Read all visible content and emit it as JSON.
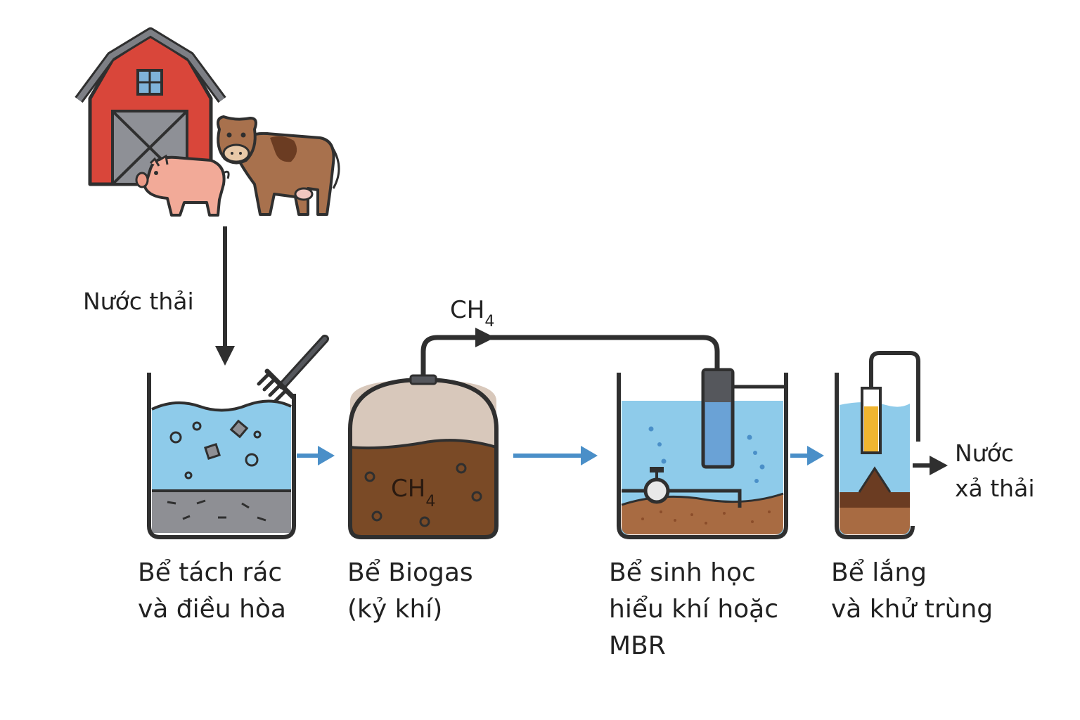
{
  "flow_labels": {
    "wastewater": "Nước thải",
    "methane_top": "CH",
    "methane_top_sub": "4",
    "discharge_line1": "Nước",
    "discharge_line2": "xả thải"
  },
  "tanks": [
    {
      "id": "screening",
      "line1": "Bể tách rác",
      "line2": "và điều hòa"
    },
    {
      "id": "biogas",
      "line1": "Bể Biogas",
      "line2": "(kỷ khí)",
      "inner_label": "CH",
      "inner_label_sub": "4"
    },
    {
      "id": "aerobic",
      "line1": "Bể sinh học",
      "line2": "hiểu khí hoặc",
      "line3": "MBR"
    },
    {
      "id": "settling",
      "line1": "Bể lắng",
      "line2": "và khử trùng"
    }
  ],
  "colors": {
    "water": "#8ecbea",
    "flow_arrow": "#4a8fc8",
    "outline": "#2f2f2f",
    "sludge_brown": "#7a4a26",
    "grit_gray": "#8e8f94",
    "biogas_dome": "#d8c8bb",
    "barn_red": "#d9463a",
    "pig_pink": "#f2aa98",
    "cow_brown": "#a8714d",
    "chlorine_yellow": "#f0b530"
  }
}
